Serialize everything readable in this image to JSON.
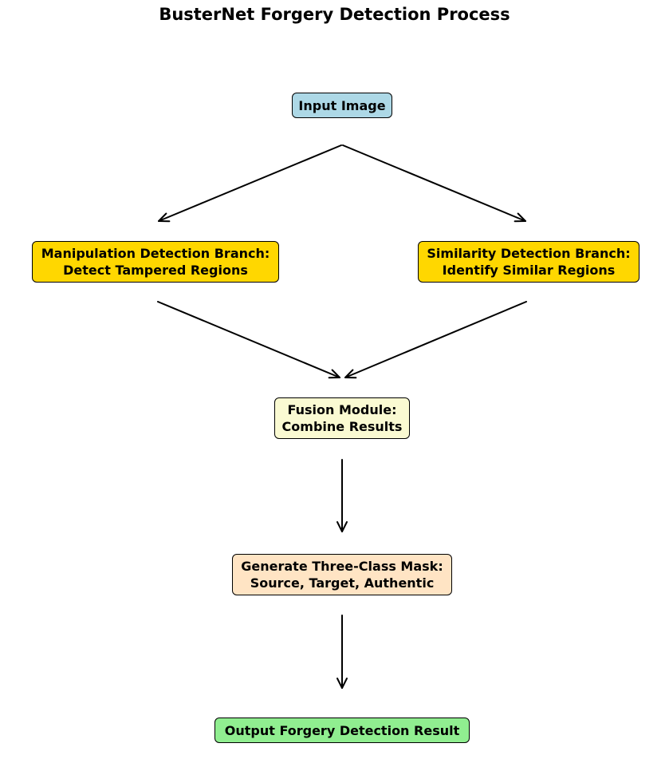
{
  "title": "BusterNet Forgery Detection Process",
  "nodes": {
    "input": {
      "line1": "Input Image",
      "color": "#add8e6"
    },
    "manipulation": {
      "line1": "Manipulation Detection Branch:",
      "line2": "Detect Tampered Regions",
      "color": "#ffd700"
    },
    "similarity": {
      "line1": "Similarity Detection Branch:",
      "line2": "Identify Similar Regions",
      "color": "#ffd700"
    },
    "fusion": {
      "line1": "Fusion Module:",
      "line2": "Combine Results",
      "color": "#fafad2"
    },
    "mask": {
      "line1": "Generate Three-Class Mask:",
      "line2": "Source, Target, Authentic",
      "color": "#ffe4c4"
    },
    "output": {
      "line1": "Output Forgery Detection Result",
      "color": "#90ee90"
    }
  },
  "edges": [
    {
      "from": "input",
      "to": "manipulation"
    },
    {
      "from": "input",
      "to": "similarity"
    },
    {
      "from": "manipulation",
      "to": "fusion"
    },
    {
      "from": "similarity",
      "to": "fusion"
    },
    {
      "from": "fusion",
      "to": "mask"
    },
    {
      "from": "mask",
      "to": "output"
    }
  ]
}
